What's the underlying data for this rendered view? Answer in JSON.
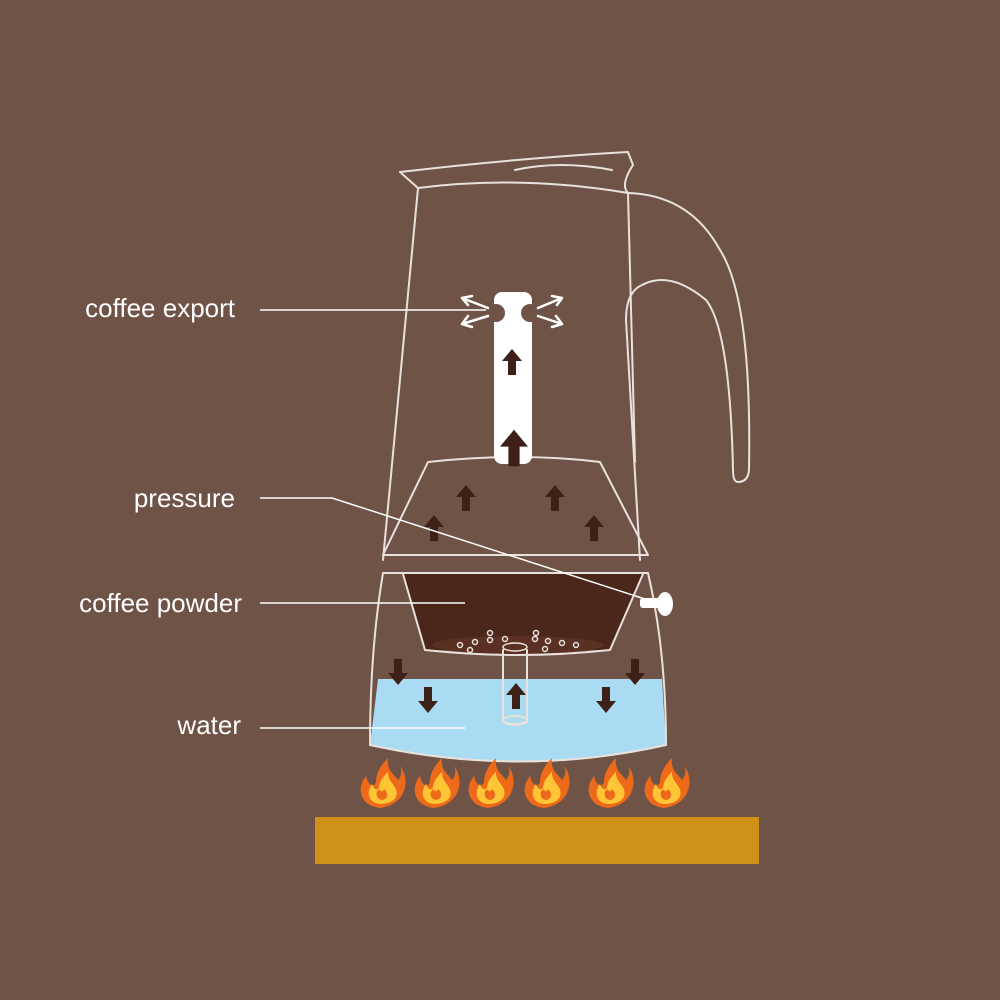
{
  "labels": {
    "coffee_export": "coffee export",
    "pressure": "pressure",
    "coffee_powder": "coffee powder",
    "water": "water"
  },
  "colors": {
    "background": "#6f5347",
    "outline": "#e9e2dc",
    "coffee": "#4a261b",
    "arrow": "#3d2017",
    "water": "#a9dbf2",
    "stove": "#cf9118",
    "flame_outer": "#ee6a1b",
    "flame_inner": "#ffc534"
  },
  "icons": [
    "arrow-icon",
    "flame-icon",
    "safety-valve-icon"
  ]
}
